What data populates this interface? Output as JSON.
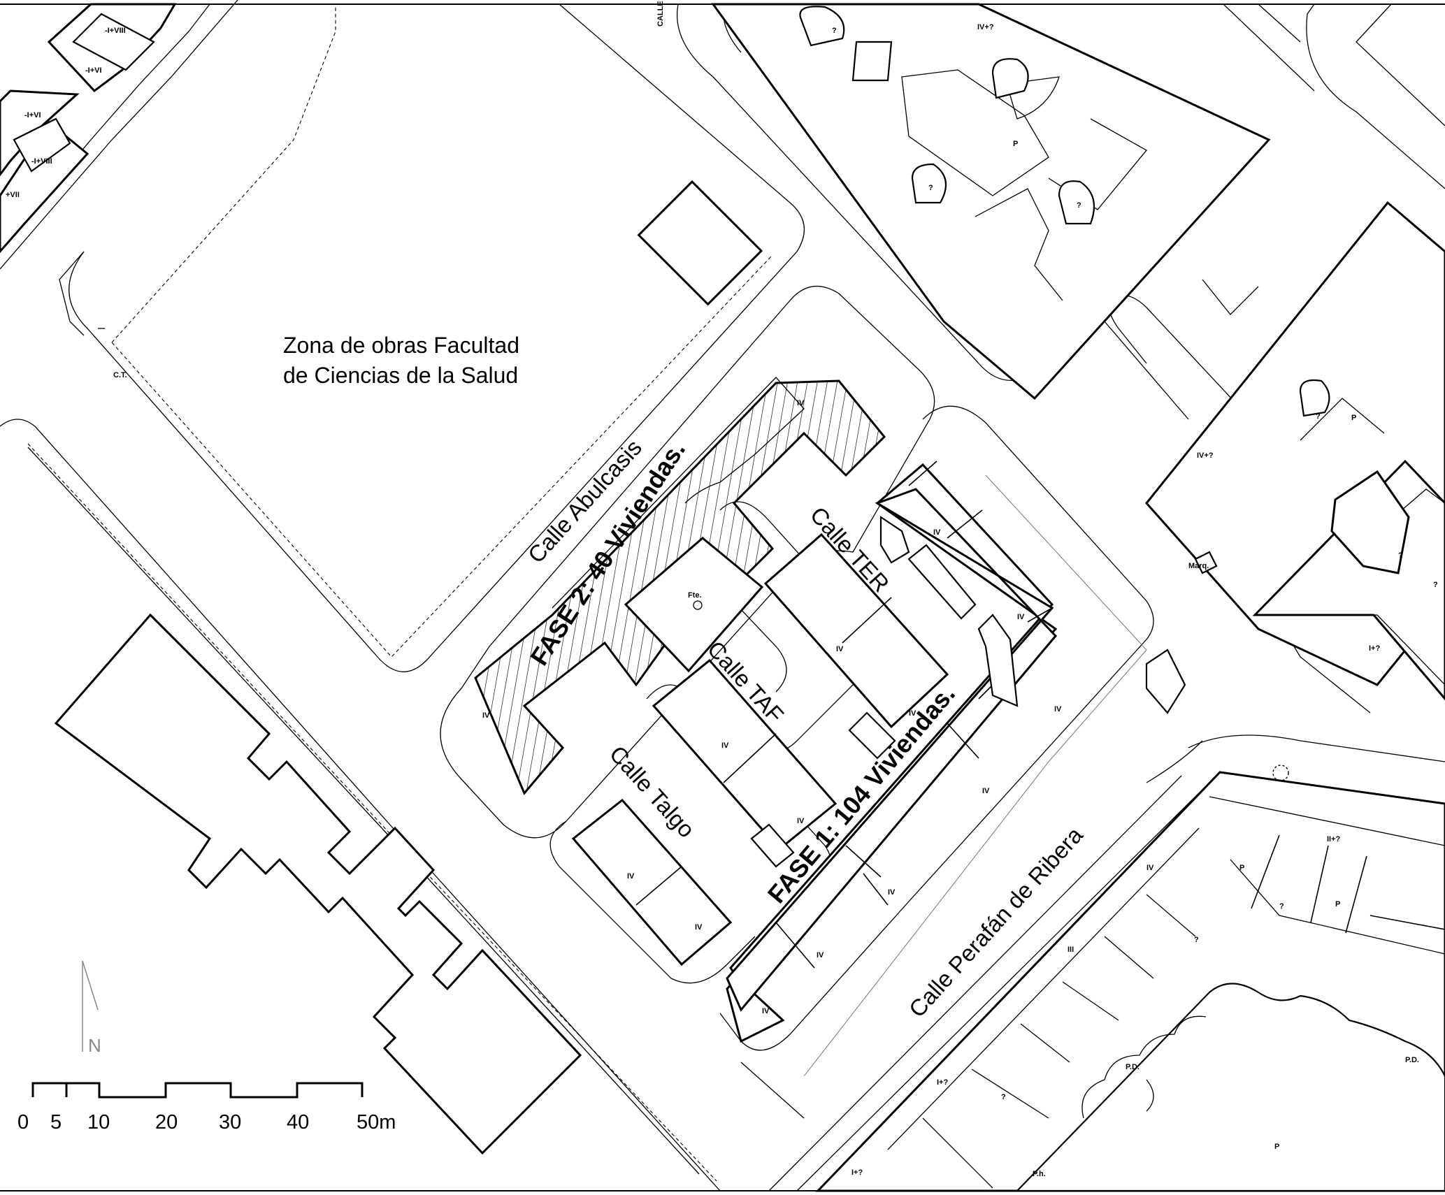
{
  "map": {
    "title_lines": [
      "Zona de obras Facultad",
      "de Ciencias de la Salud"
    ],
    "streets": {
      "abulcasis": "Calle Abulcasis",
      "ter": "Calle TER",
      "taf": "Calle TAF",
      "talgo": "Calle Talgo",
      "perafan": "Calle Perafán de Ribera",
      "calle_top": "CALLE"
    },
    "phases": {
      "fase2": "FASE 2: 40 Viviendas.",
      "fase1": "FASE 1: 104 Viviendas."
    },
    "small_labels": {
      "ct": "C.T.",
      "fte": "Fte.",
      "marq": "Marq.",
      "pd": "P.D.",
      "ph": "P.h.",
      "north": "N"
    },
    "floor_labels": [
      "IV",
      "I+VIII",
      "I+VI",
      "+VII",
      "IV+?",
      "I+?",
      "II+?",
      "III",
      "P",
      "?"
    ],
    "scale_bar": {
      "labels": [
        "0",
        "5",
        "10",
        "20",
        "30",
        "40",
        "50m"
      ]
    }
  }
}
